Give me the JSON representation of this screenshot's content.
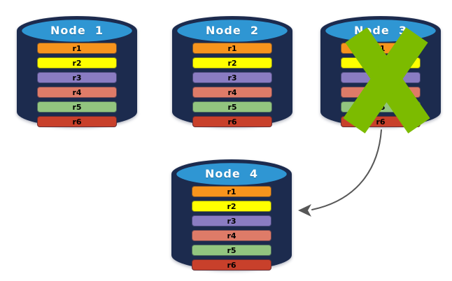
{
  "diagram": {
    "description": "Database replication diagram: replicas r1-r6 on four nodes; Node 3 failed, replicas recovered to Node 4"
  },
  "nodes": [
    {
      "label": "Node  1",
      "replicas": [
        "r1",
        "r2",
        "r3",
        "r4",
        "r5",
        "r6"
      ]
    },
    {
      "label": "Node  2",
      "replicas": [
        "r1",
        "r2",
        "r3",
        "r4",
        "r5",
        "r6"
      ]
    },
    {
      "label": "Node  3",
      "replicas": [
        "r1",
        "r2",
        "r3",
        "r4",
        "r5",
        "r6"
      ],
      "status": "failed"
    },
    {
      "label": "Node  4",
      "replicas": [
        "r1",
        "r2",
        "r3",
        "r4",
        "r5",
        "r6"
      ]
    }
  ],
  "colors": {
    "cylinder_body": "#1C2B4E",
    "cylinder_top": "#2F96D3",
    "replicas": [
      "#F7941D",
      "#FFFF00",
      "#8A7CC2",
      "#DE7B68",
      "#92C57F",
      "#C8402B"
    ],
    "failure_x": "#7CBB00",
    "arrow": "#575757"
  }
}
